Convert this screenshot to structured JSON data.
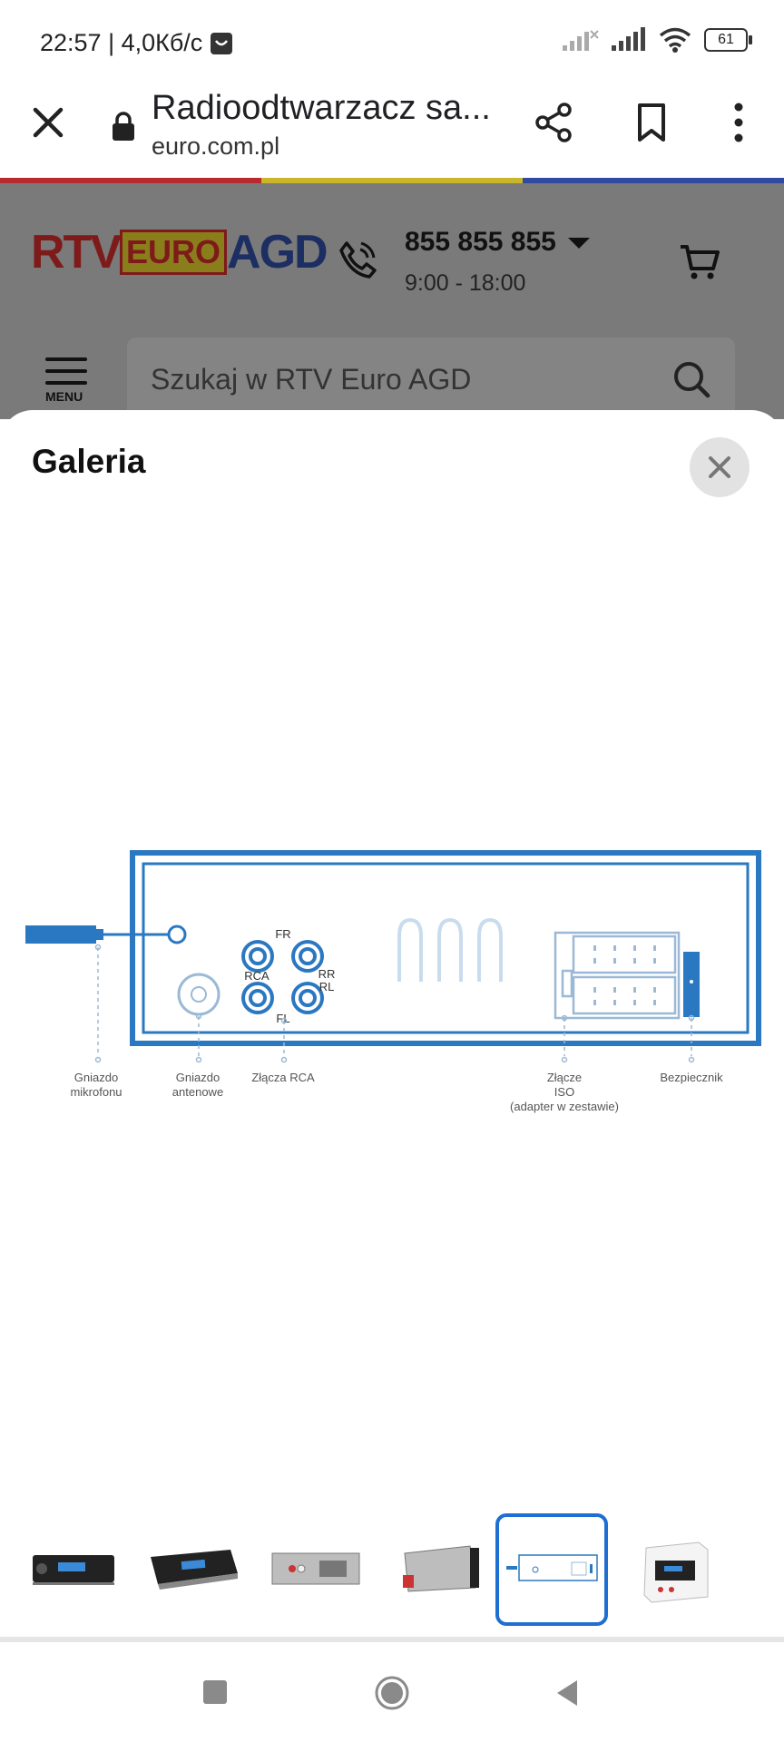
{
  "status": {
    "time_speed": "22:57 | 4,0Кб/с",
    "battery": "61"
  },
  "browser": {
    "title": "Radioodtwarzacz sa...",
    "url": "euro.com.pl"
  },
  "site": {
    "logo": {
      "rtv": "RTV",
      "euro": "EURO",
      "agd": "AGD"
    },
    "phone": "855 855 855",
    "hours": "9:00 - 18:00",
    "menu_label": "MENU",
    "search_placeholder": "Szukaj w RTV Euro AGD"
  },
  "gallery": {
    "title": "Galeria",
    "diagram_labels": {
      "fr": "FR",
      "rca": "RCA",
      "rr": "RR",
      "rl": "RL",
      "fl": "FL",
      "mic_1": "Gniazdo",
      "mic_2": "mikrofonu",
      "ant_1": "Gniazdo",
      "ant_2": "antenowe",
      "rca_conn": "Złącza RCA",
      "iso_1": "Złącze",
      "iso_2": "ISO",
      "iso_3": "(adapter w zestawie)",
      "fuse": "Bezpiecznik"
    },
    "thumbnails": [
      {
        "name": "front-view"
      },
      {
        "name": "angled-view"
      },
      {
        "name": "rear-view"
      },
      {
        "name": "side-view"
      },
      {
        "name": "connector-diagram",
        "selected": true
      },
      {
        "name": "box-view"
      }
    ]
  },
  "colors": {
    "accent": "#1e6fd1",
    "diagram_blue": "#2a78c2"
  }
}
